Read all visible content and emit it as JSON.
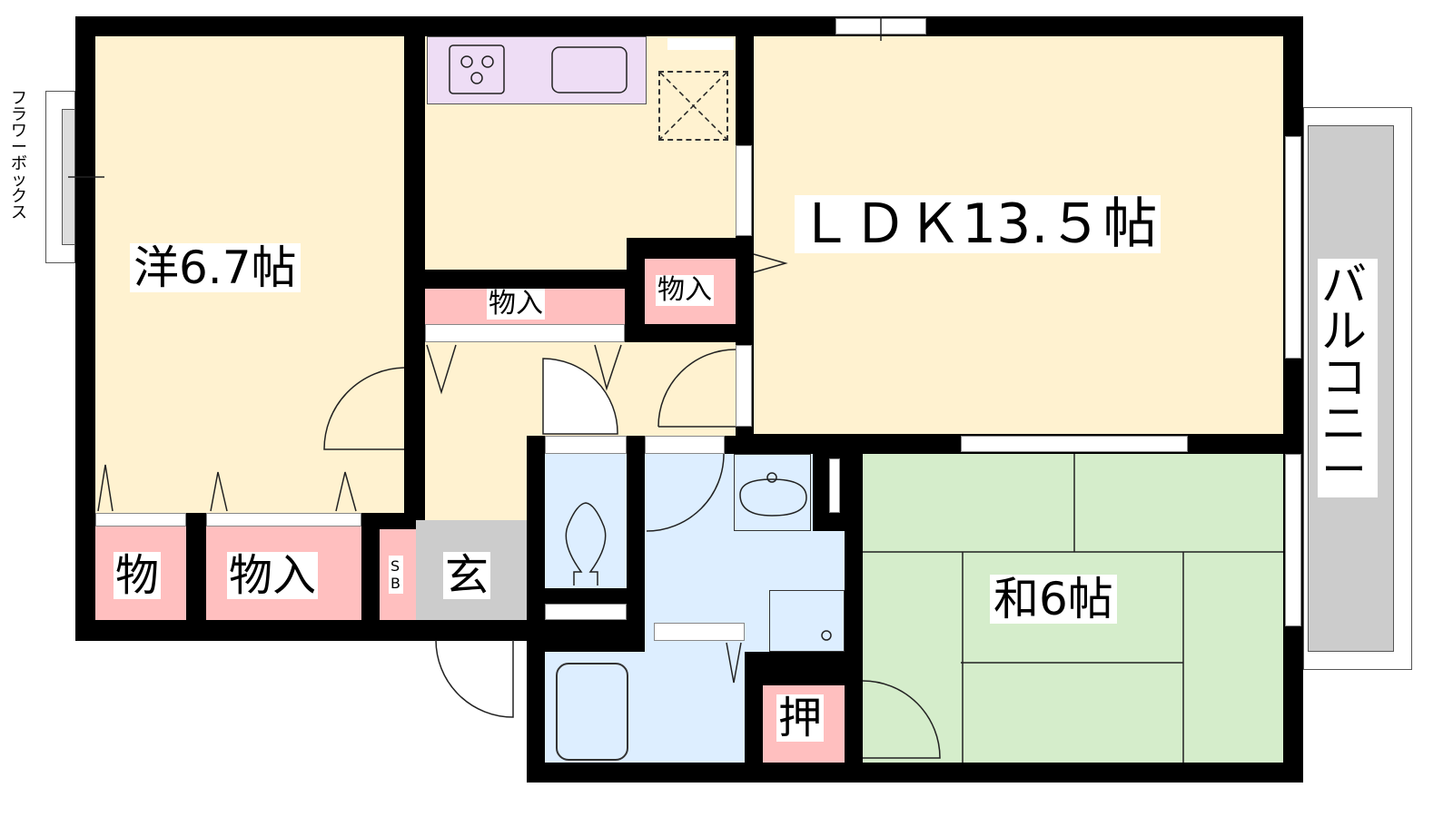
{
  "rooms": {
    "western": "洋6.7帖",
    "ldk": "ＬＤＫ13.５帖",
    "japanese": "和6帖",
    "storage_hall": "物入",
    "storage_kitchen": "物入",
    "storage_small": "物",
    "storage_west": "物入",
    "shoe_box": "SB",
    "entrance": "玄",
    "closet": "押",
    "balcony": "バルコニー",
    "flower_box": "フラワーボックス"
  },
  "colors": {
    "floor": "#FFF2D0",
    "storage": "#FFBFBF",
    "wet": "#DDEEFF",
    "tatami": "#D5EDCB",
    "kitchen": "#EEDDF5",
    "entrance": "#CCCCCC"
  }
}
